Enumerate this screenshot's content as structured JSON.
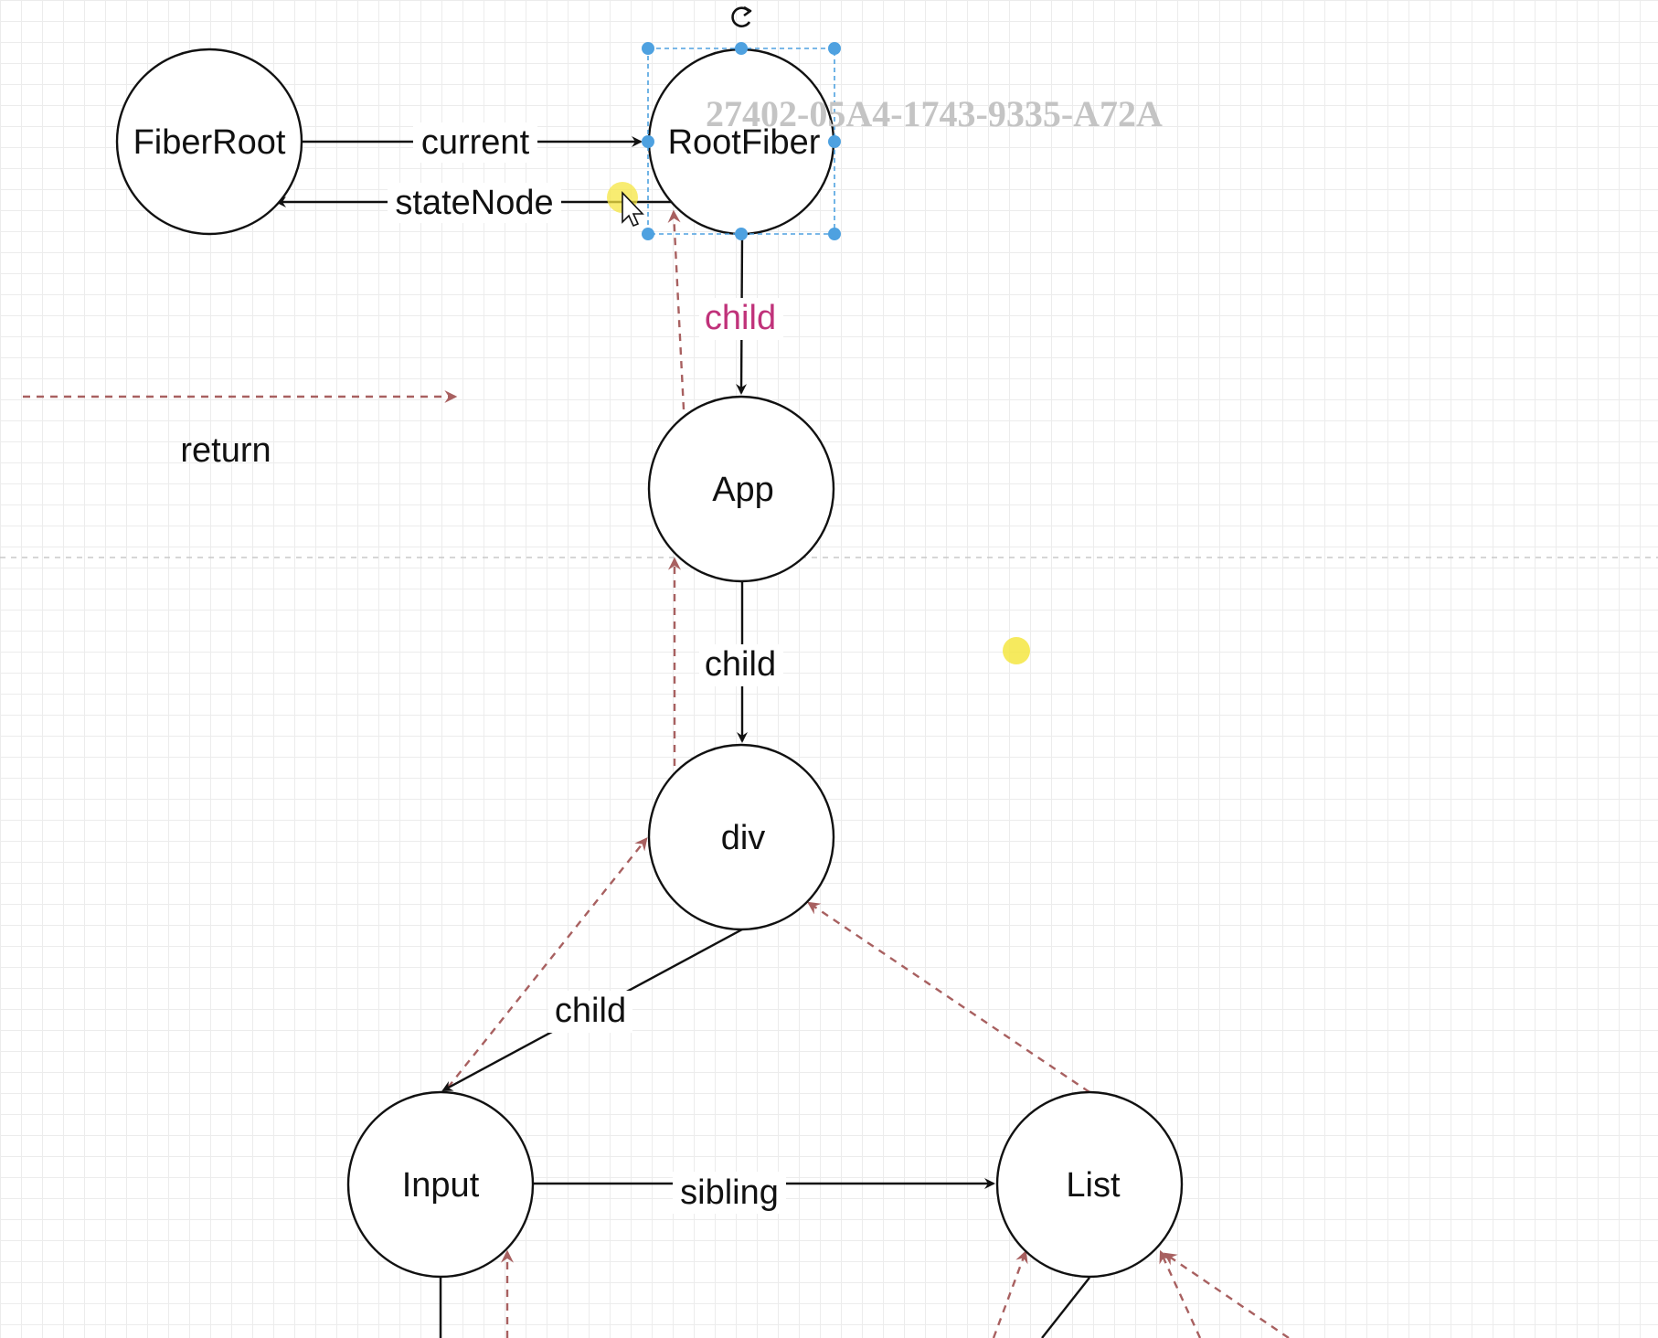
{
  "diagram": {
    "nodes": {
      "fiberroot": "FiberRoot",
      "rootfiber": "RootFiber",
      "app": "App",
      "div": "div",
      "input": "Input",
      "list": "List"
    },
    "edges": {
      "current": "current",
      "statenode": "stateNode",
      "child_rootfiber_app": "child",
      "child_app_div": "child",
      "child_div_input": "child",
      "sibling": "sibling"
    },
    "legend": {
      "return_label": "return"
    },
    "watermark": "27402-05A4-1743-9335-A72A"
  },
  "colors": {
    "node_stroke": "#111111",
    "edge": "#111111",
    "return_edge": "#a86060",
    "highlight_label": "#c0327a",
    "selection": "#4ea1e0",
    "pointer_dot": "#f5e642"
  },
  "icons": {
    "rotate_handle": "rotate-icon",
    "cursor": "mouse-cursor-icon"
  }
}
